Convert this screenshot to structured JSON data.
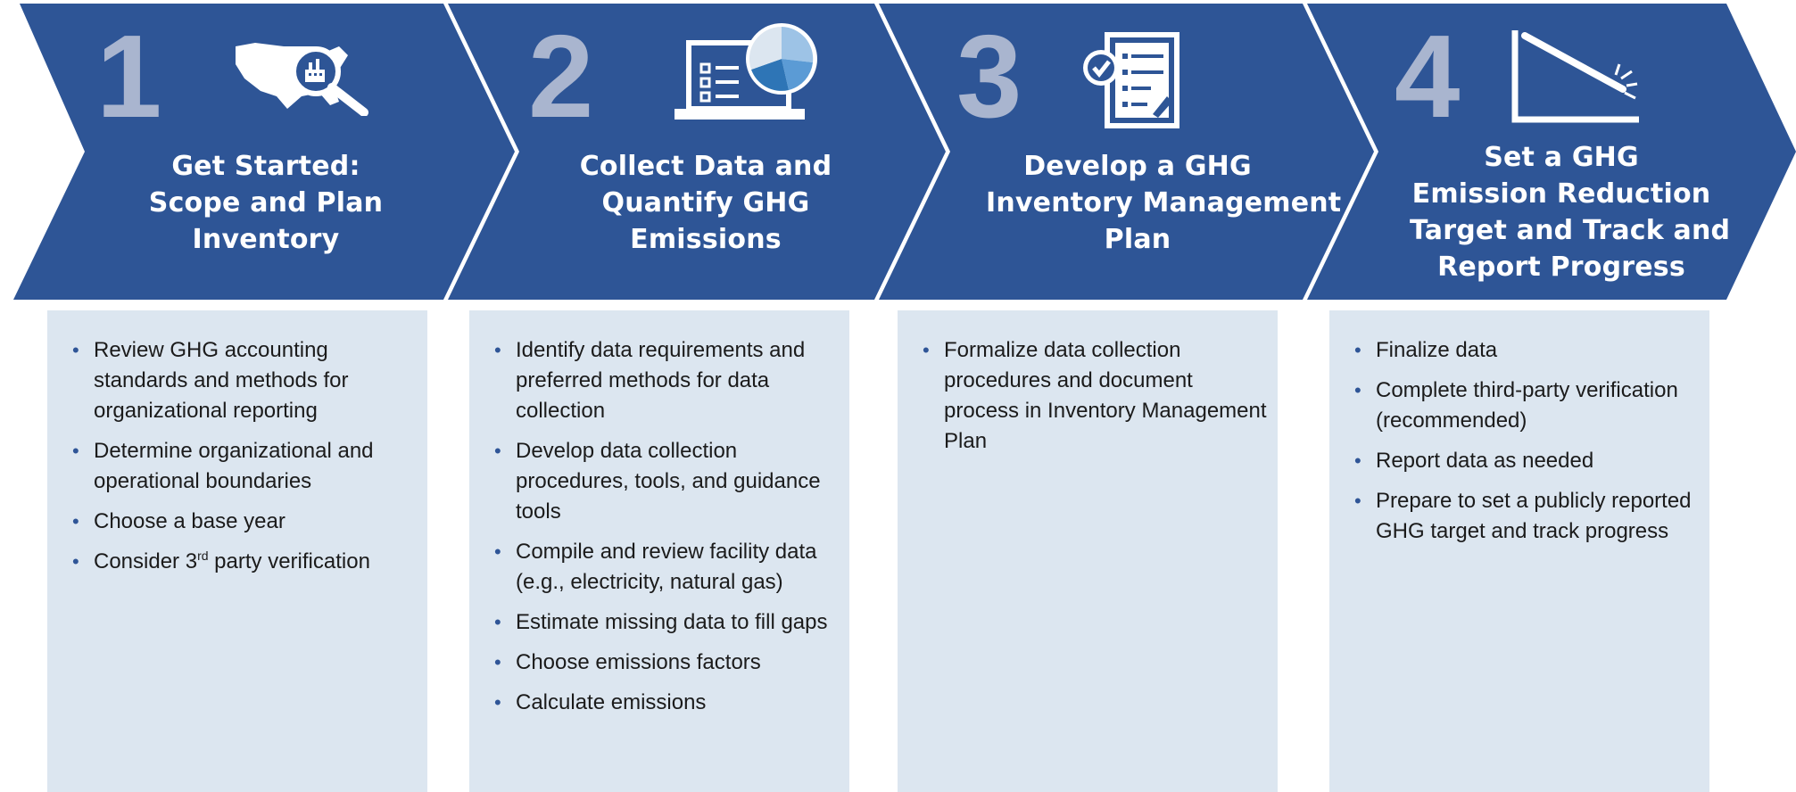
{
  "colors": {
    "arrow_fill": "#2e5596",
    "number_color": "#a9b5cf",
    "title_text": "#ffffff",
    "panel_bg": "#dce6f0",
    "bullet_text": "#1b1b1b"
  },
  "steps": [
    {
      "number": "1",
      "icon": "us-map-magnifier-icon",
      "title_lines": [
        "Get Started:",
        "Scope and Plan",
        "Inventory"
      ],
      "bullets": [
        "Review GHG accounting standards and methods for organizational reporting",
        "Determine organizational and operational boundaries",
        "Choose a base year"
      ],
      "bullet_last_parts": {
        "before": "Consider 3",
        "sup": "rd",
        "after": " party verification"
      }
    },
    {
      "number": "2",
      "icon": "laptop-pie-chart-icon",
      "title_lines": [
        "Collect Data and",
        "Quantify GHG",
        "Emissions"
      ],
      "bullets": [
        "Identify data requirements and preferred methods for data collection",
        "Develop data collection procedures, tools, and guidance tools",
        "Compile and review facility data (e.g., electricity, natural gas)",
        "Estimate missing data to fill gaps",
        "Choose emissions factors",
        "Calculate emissions"
      ]
    },
    {
      "number": "3",
      "icon": "checklist-document-icon",
      "title_lines": [
        "Develop a GHG",
        "Inventory Management",
        "Plan"
      ],
      "bullets": [
        "Formalize data collection procedures and document process in Inventory Management Plan"
      ]
    },
    {
      "number": "4",
      "icon": "declining-trend-chart-icon",
      "title_lines": [
        "Set a GHG",
        "Emission Reduction",
        "Target and Track and",
        "Report Progress"
      ],
      "bullets": [
        "Finalize data",
        "Complete third-party verification (recommended)",
        "Report data as needed",
        "Prepare to set a publicly reported GHG target and track progress"
      ]
    }
  ]
}
